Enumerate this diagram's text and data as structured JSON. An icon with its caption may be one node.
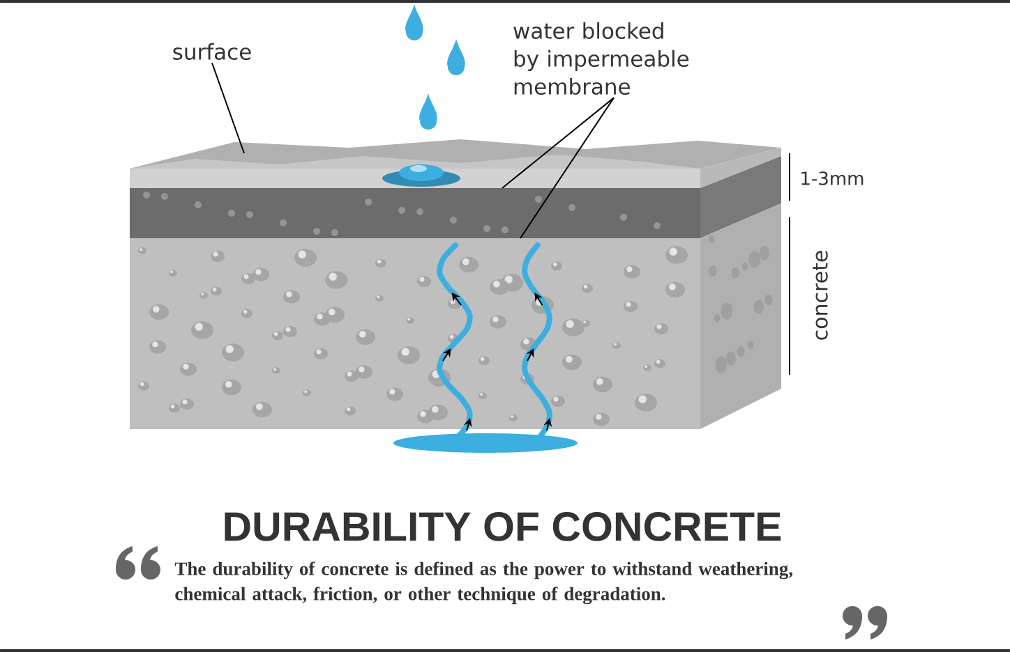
{
  "diagram": {
    "title": "DURABILITY OF CONCRETE",
    "caption": "The durability of concrete is defined as the power to withstand weathering, chemical attack, friction, or other technique of degradation.",
    "nodes": [
      {
        "text": [
          "surface"
        ]
      },
      {
        "text": [
          "water blocked by impermeable membrane"
        ]
      }
    ],
    "edges": [
      {
        "from": 0,
        "to": null,
        "arrow": "none"
      },
      {
        "from": 1,
        "to": null,
        "arrow": "none"
      },
      {
        "from": 1,
        "to": null,
        "arrow": "none"
      }
    ],
    "labels": [
      "1-3mm",
      "concrete"
    ]
  }
}
